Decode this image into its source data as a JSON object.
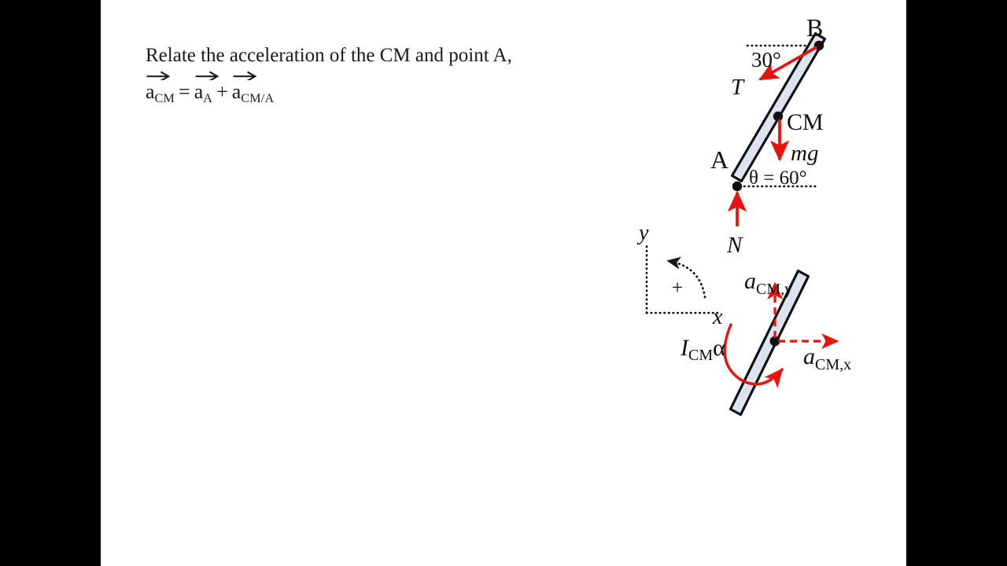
{
  "slide": {
    "background": "#ffffff",
    "letterbox_color": "#000000"
  },
  "text": {
    "headline": "Relate the acceleration of the CM and point A,",
    "equation": {
      "term1_base": "a",
      "term1_sub": "CM",
      "equals": "=",
      "term2_base": "a",
      "term2_sub": "A",
      "plus": "+",
      "term3_base": "a",
      "term3_sub": "CM/A"
    }
  },
  "figure_top": {
    "name": "free-body-diagram",
    "point_b_label": "B",
    "point_a_label": "A",
    "cm_label": "CM",
    "tension_label": "T",
    "tension_angle_label": "30°",
    "weight_label": "mg",
    "normal_label": "N",
    "theta_label": "θ = 60°",
    "rod_fill": "#dde4ef",
    "rod_stroke": "#111111",
    "force_color": "#e8120e"
  },
  "axes": {
    "name": "coordinate-axes",
    "x_label": "x",
    "y_label": "y",
    "positive_label": "+",
    "stroke": "#111111"
  },
  "figure_bottom": {
    "name": "kinetic-diagram",
    "inertia_base": "I",
    "inertia_sub": "CM",
    "alpha_label": "α",
    "a_y_base": "a",
    "a_y_sub": "CM,y",
    "a_x_base": "a",
    "a_x_sub": "CM,x",
    "rod_fill": "#dde4ef",
    "rod_stroke": "#111111",
    "accel_color": "#e8120e"
  }
}
